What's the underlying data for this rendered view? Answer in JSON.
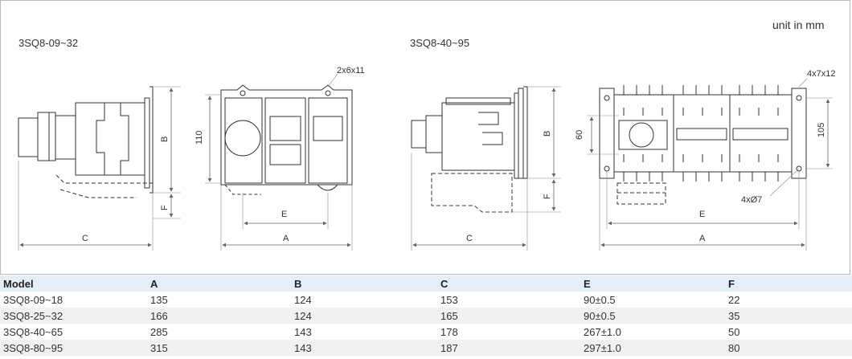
{
  "header": {
    "unit_note": "unit in mm"
  },
  "drawings": {
    "left_title": "3SQ8-09~32",
    "right_title": "3SQ8-40~95",
    "left_side": {
      "dim_b": "B",
      "dim_f": "F",
      "dim_c": "C"
    },
    "left_front": {
      "hole_note": "2x6x11",
      "dim_110": "110",
      "dim_e": "E",
      "dim_a": "A"
    },
    "right_side": {
      "dim_b": "B",
      "dim_f": "F",
      "dim_c": "C"
    },
    "right_front": {
      "hole_note": "4x7x12",
      "dim_60": "60",
      "dim_105": "105",
      "dia_note": "4xØ7",
      "dim_e": "E",
      "dim_a": "A"
    }
  },
  "table": {
    "headers": [
      "Model",
      "A",
      "B",
      "C",
      "E",
      "F"
    ],
    "rows": [
      [
        "3SQ8-09~18",
        "135",
        "124",
        "153",
        "90±0.5",
        "22"
      ],
      [
        "3SQ8-25~32",
        "166",
        "124",
        "165",
        "90±0.5",
        "35"
      ],
      [
        "3SQ8-40~65",
        "285",
        "143",
        "178",
        "267±1.0",
        "50"
      ],
      [
        "3SQ8-80~95",
        "315",
        "143",
        "187",
        "297±1.0",
        "80"
      ]
    ]
  }
}
